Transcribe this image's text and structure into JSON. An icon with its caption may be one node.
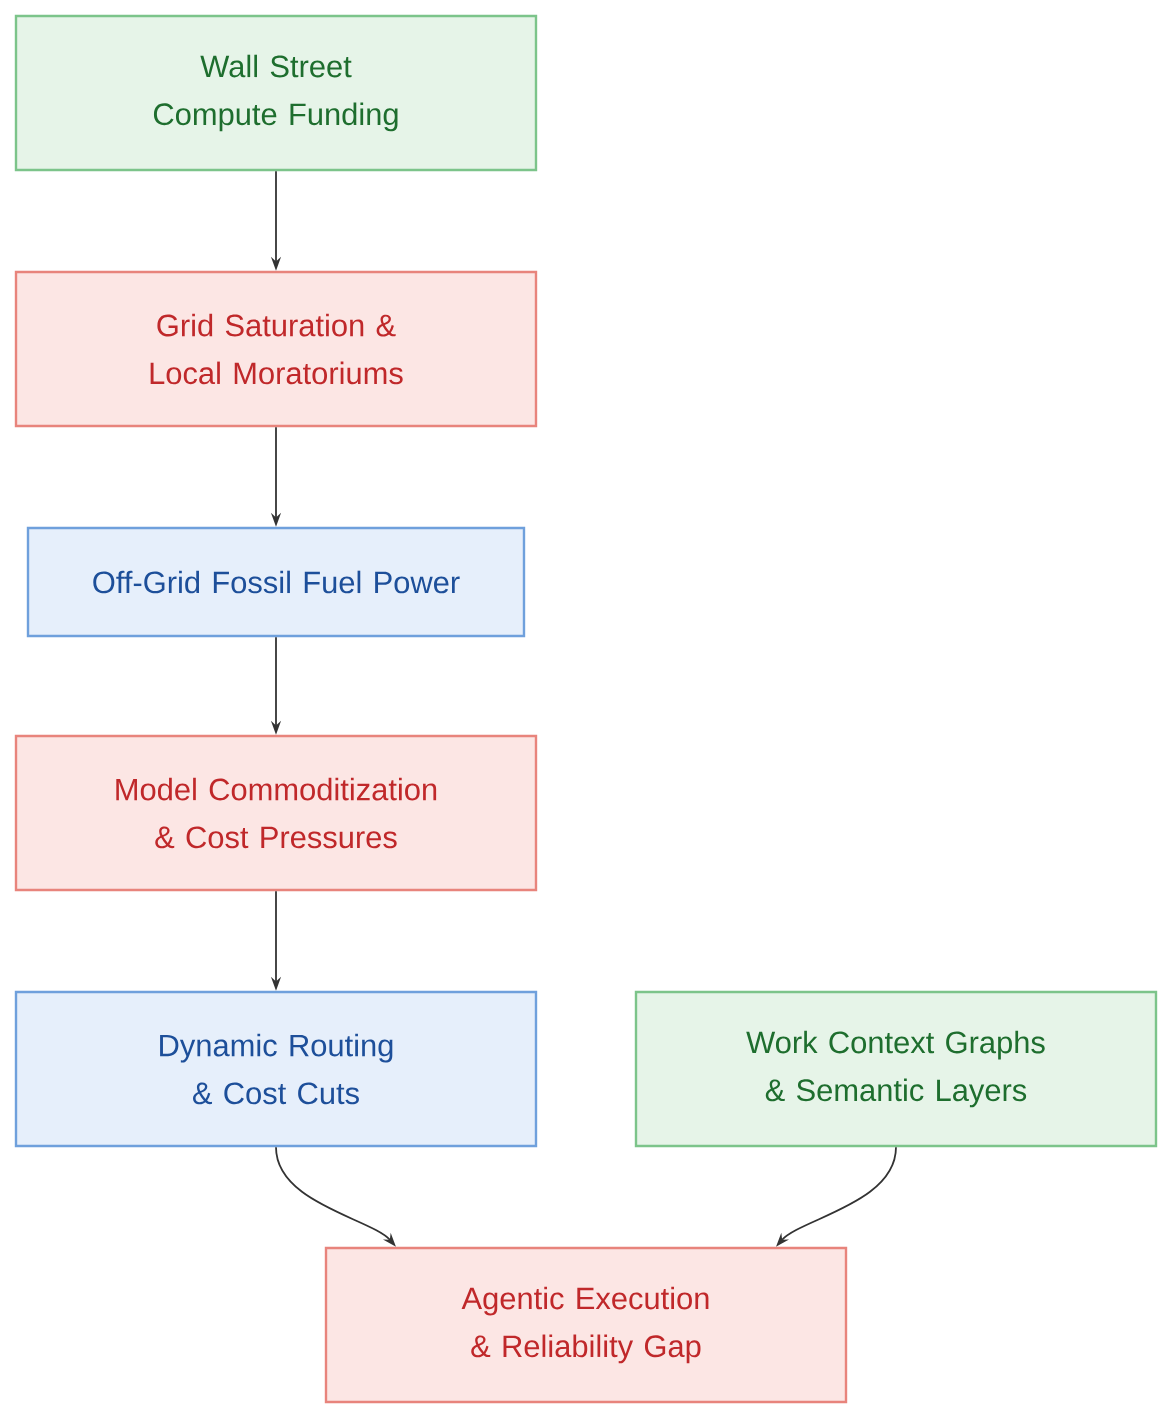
{
  "diagram": {
    "nodes": [
      {
        "text": [
          "Wall Street Compute Funding"
        ]
      },
      {
        "text": [
          "Grid Saturation & Local Moratoriums"
        ]
      },
      {
        "text": [
          "Off-Grid Fossil Fuel Power"
        ]
      },
      {
        "text": [
          "Model Commoditization & Cost Pressures"
        ]
      },
      {
        "text": [
          "Dynamic Routing & Cost Cuts"
        ]
      },
      {
        "text": [
          "Work Context Graphs & Semantic Layers"
        ]
      },
      {
        "text": [
          "Agentic Execution & Reliability Gap"
        ]
      }
    ],
    "edges": [
      {
        "from": 0,
        "to": 1,
        "arrow": "to"
      },
      {
        "from": 1,
        "to": 2,
        "arrow": "to"
      },
      {
        "from": 2,
        "to": 3,
        "arrow": "to"
      },
      {
        "from": 3,
        "to": 4,
        "arrow": "to"
      },
      {
        "from": 4,
        "to": 6,
        "arrow": "to"
      },
      {
        "from": 5,
        "to": 6,
        "arrow": "to"
      }
    ]
  }
}
